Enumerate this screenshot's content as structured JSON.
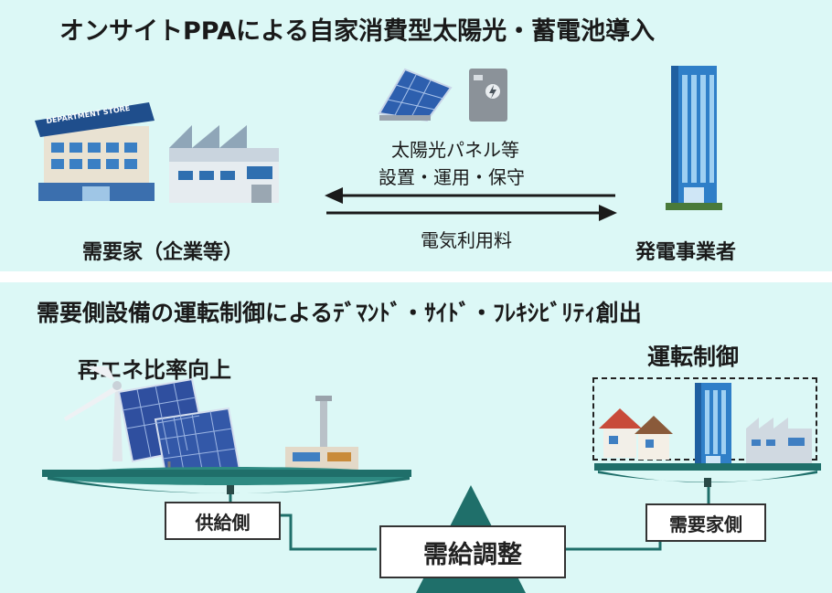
{
  "top": {
    "title": "オンサイトPPAによる自家消費型太陽光・蓄電池導入",
    "service_line1": "太陽光パネル等",
    "service_line2": "設置・運用・保守",
    "fee_label": "電気利用料",
    "consumer_label": "需要家（企業等）",
    "producer_label": "発電事業者",
    "store_sign": "DEPARTMENT STORE"
  },
  "bottom": {
    "title": "需要側設備の運転制御によるﾃﾞﾏﾝﾄﾞ・ｻｲﾄﾞ・ﾌﾚｷｼﾋﾞﾘﾃｨ創出",
    "renewable_label": "再エネ比率向上",
    "control_label": "運転制御",
    "supply_label": "供給側",
    "demand_label": "需要家側",
    "balance_label": "需給調整"
  },
  "colors": {
    "panel_bg": "#dcf8f6",
    "platform": "#1f6f6a",
    "arrow": "#1a1a1a",
    "building_blue": "#2f7fc8",
    "solar_blue": "#2f4f9f"
  }
}
